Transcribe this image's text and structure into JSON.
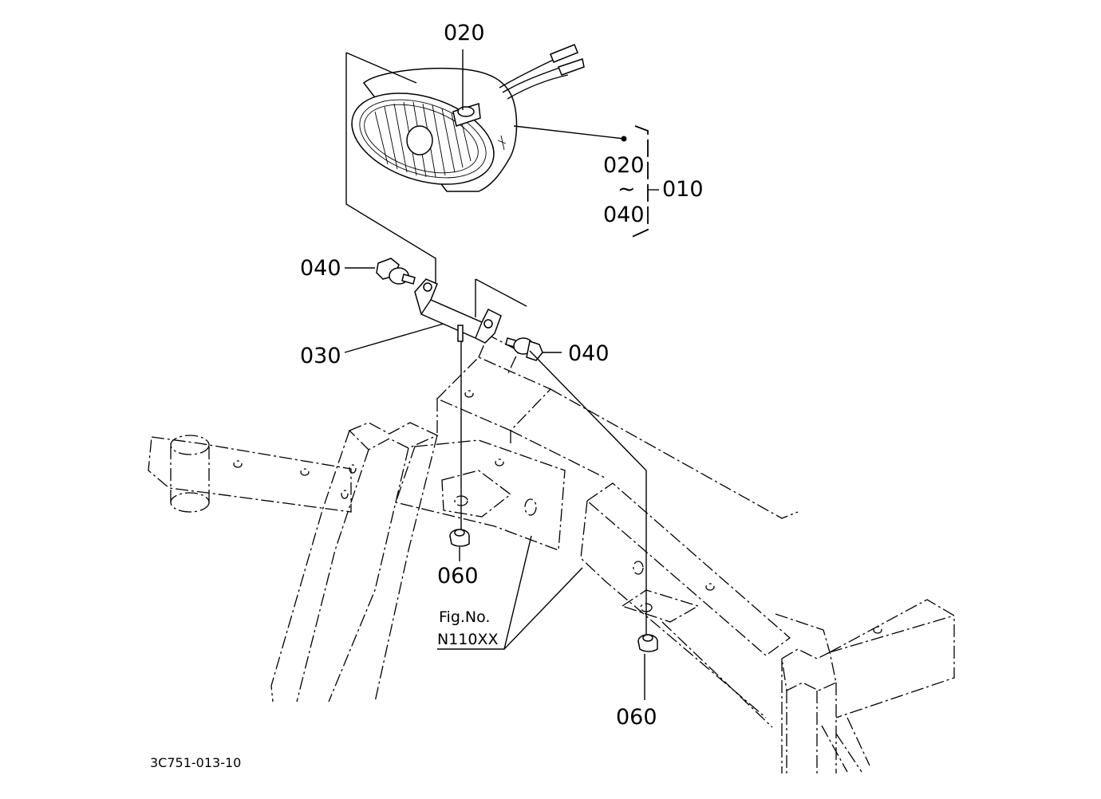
{
  "callouts": {
    "p020_top": "020",
    "range_start": "020",
    "range_tilde": "~",
    "range_end": "040",
    "p010": "010",
    "p040_left": "040",
    "p040_right": "040",
    "p030": "030",
    "p060_left": "060",
    "p060_right": "060"
  },
  "reference": {
    "fig_label": "Fig.No.",
    "fig_number": "N110XX"
  },
  "drawing_number": "3C751-013-10"
}
